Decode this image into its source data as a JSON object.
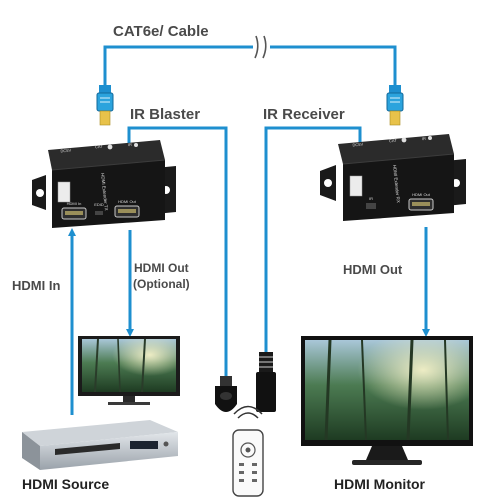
{
  "labels": {
    "cable": "CAT6e/ Cable",
    "ir_blaster": "IR Blaster",
    "ir_receiver": "IR Receiver",
    "hdmi_out_optional_line1": "HDMI Out",
    "hdmi_out_optional_line2": "(Optional)",
    "hdmi_out": "HDMI Out",
    "hdmi_in": "HDMI In",
    "hdmi_source": "HDMI Source",
    "hdmi_monitor": "HDMI Monitor"
  },
  "transmitter": {
    "name": "HDMI Extender TX",
    "port_labels": [
      "HDMI In",
      "EDID",
      "HDMI Out"
    ],
    "top_labels": [
      "DC5V",
      "CAT",
      "IR"
    ]
  },
  "receiver": {
    "name": "HDMI Extender RX",
    "port_labels": [
      "IR",
      "HDMI Out"
    ],
    "top_labels": [
      "DC5V",
      "CAT",
      "IR"
    ]
  },
  "colors": {
    "cable": "#1e8fcf",
    "device": "#151515",
    "label": "#4a4a4a"
  }
}
